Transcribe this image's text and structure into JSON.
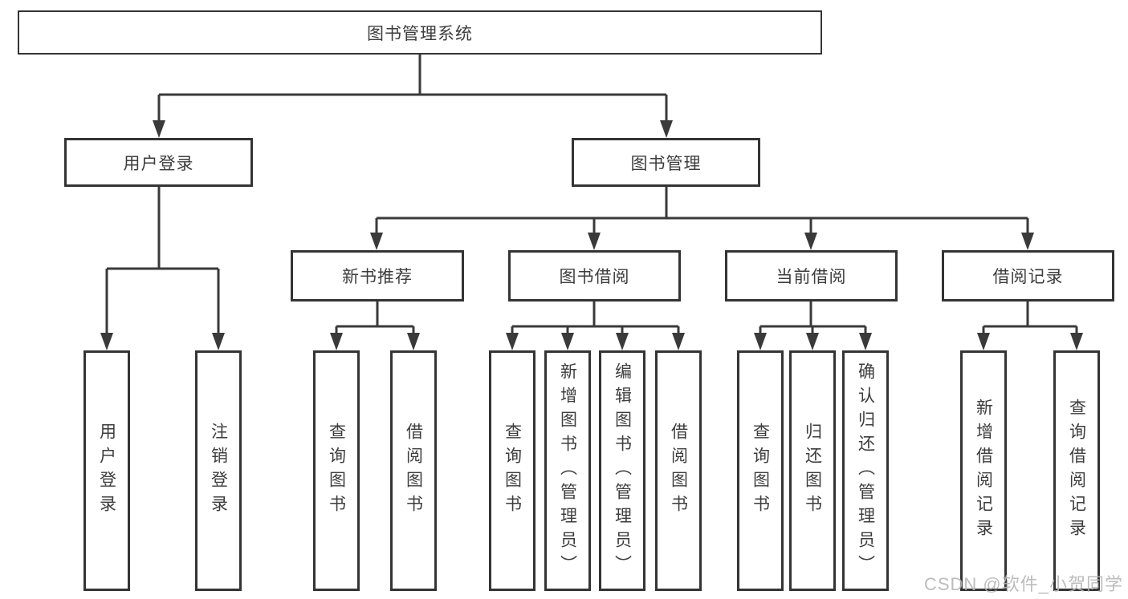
{
  "diagram": {
    "root": "图书管理系统",
    "user": {
      "label": "用户登录",
      "children": [
        "用户登录",
        "注销登录"
      ]
    },
    "book": {
      "label": "图书管理"
    },
    "sections": [
      {
        "label": "新书推荐",
        "children": [
          "查询图书",
          "借阅图书"
        ]
      },
      {
        "label": "图书借阅",
        "children": [
          "查询图书",
          "新增图书（管理员）",
          "编辑图书（管理员）",
          "借阅图书"
        ]
      },
      {
        "label": "当前借阅",
        "children": [
          "查询图书",
          "归还图书",
          "确认归还（管理员）"
        ]
      },
      {
        "label": "借阅记录",
        "children": [
          "新增借阅记录",
          "查询借阅记录"
        ]
      }
    ]
  },
  "watermark": "CSDN @软件_小贺同学",
  "colors": {
    "background": "#ffffff",
    "line": "#3a3a3a",
    "box_border": "#343434",
    "text": "#3d3d3d",
    "watermark": "#b5b5b5"
  }
}
